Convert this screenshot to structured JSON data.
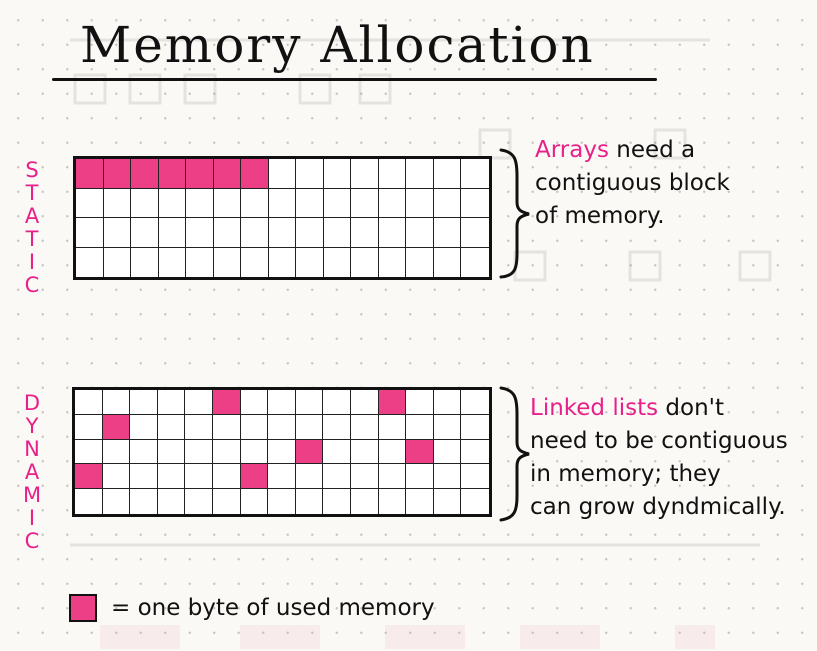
{
  "title": "Memory Allocation",
  "sections": {
    "static": {
      "label_letters": [
        "S",
        "T",
        "A",
        "T",
        "I",
        "C"
      ],
      "grid": {
        "rows": 4,
        "cols": 15,
        "used_cells": [
          [
            0,
            0
          ],
          [
            0,
            1
          ],
          [
            0,
            2
          ],
          [
            0,
            3
          ],
          [
            0,
            4
          ],
          [
            0,
            5
          ],
          [
            0,
            6
          ]
        ]
      },
      "note_highlight": "Arrays",
      "note_rest_line1": " need a",
      "note_line2": "contiguous block",
      "note_line3": "of memory."
    },
    "dynamic": {
      "label_letters": [
        "D",
        "Y",
        "N",
        "A",
        "M",
        "I",
        "C"
      ],
      "grid": {
        "rows": 5,
        "cols": 15,
        "used_cells": [
          [
            0,
            5
          ],
          [
            0,
            11
          ],
          [
            1,
            1
          ],
          [
            2,
            8
          ],
          [
            2,
            12
          ],
          [
            3,
            0
          ],
          [
            3,
            6
          ]
        ]
      },
      "note_highlight": "Linked lists",
      "note_rest_line1": " don't",
      "note_line2": "need to be contiguous",
      "note_line3": "in memory; they",
      "note_line4": "can grow dyndmically."
    }
  },
  "legend": {
    "text": "= one byte of used memory",
    "color": "#ec3f86"
  },
  "colors": {
    "accent": "#e8208a",
    "ink": "#111111",
    "cell_fill": "#ec3f86"
  }
}
